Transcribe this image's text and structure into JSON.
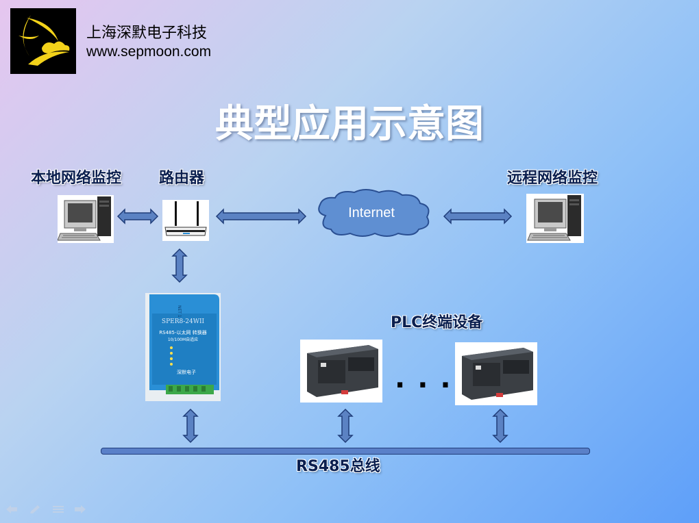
{
  "header": {
    "company_name": "上海深默电子科技",
    "website": "www.sepmoon.com",
    "logo_icon": "crescent-moon-cloud-logo-icon"
  },
  "title": "典型应用示意图",
  "nodes": {
    "local_monitor_label": "本地网络监控",
    "router_label": "路由器",
    "remote_monitor_label": "远程网络监控",
    "internet_label": "Internet",
    "plc_label": "PLC终端设备",
    "bus_label": "RS485总线",
    "ellipsis": "..."
  },
  "converter_device": {
    "model": "SPER8-24WII",
    "subtitle": "RS485-以太网  转换器",
    "speed": "10/100M自适应",
    "brand": "深默电子",
    "port_label": "NET 1"
  },
  "colors": {
    "arrow_fill": "#5b82c3",
    "arrow_stroke": "#1f3c78",
    "cloud_fill": "#5f8fd2",
    "bus_fill": "#5a80c8",
    "label_text": "#0b1f4f",
    "device_blue": "#2a8fd6"
  },
  "nav_icons": [
    "back-arrow-icon",
    "pen-icon",
    "menu-icon",
    "forward-arrow-icon"
  ]
}
